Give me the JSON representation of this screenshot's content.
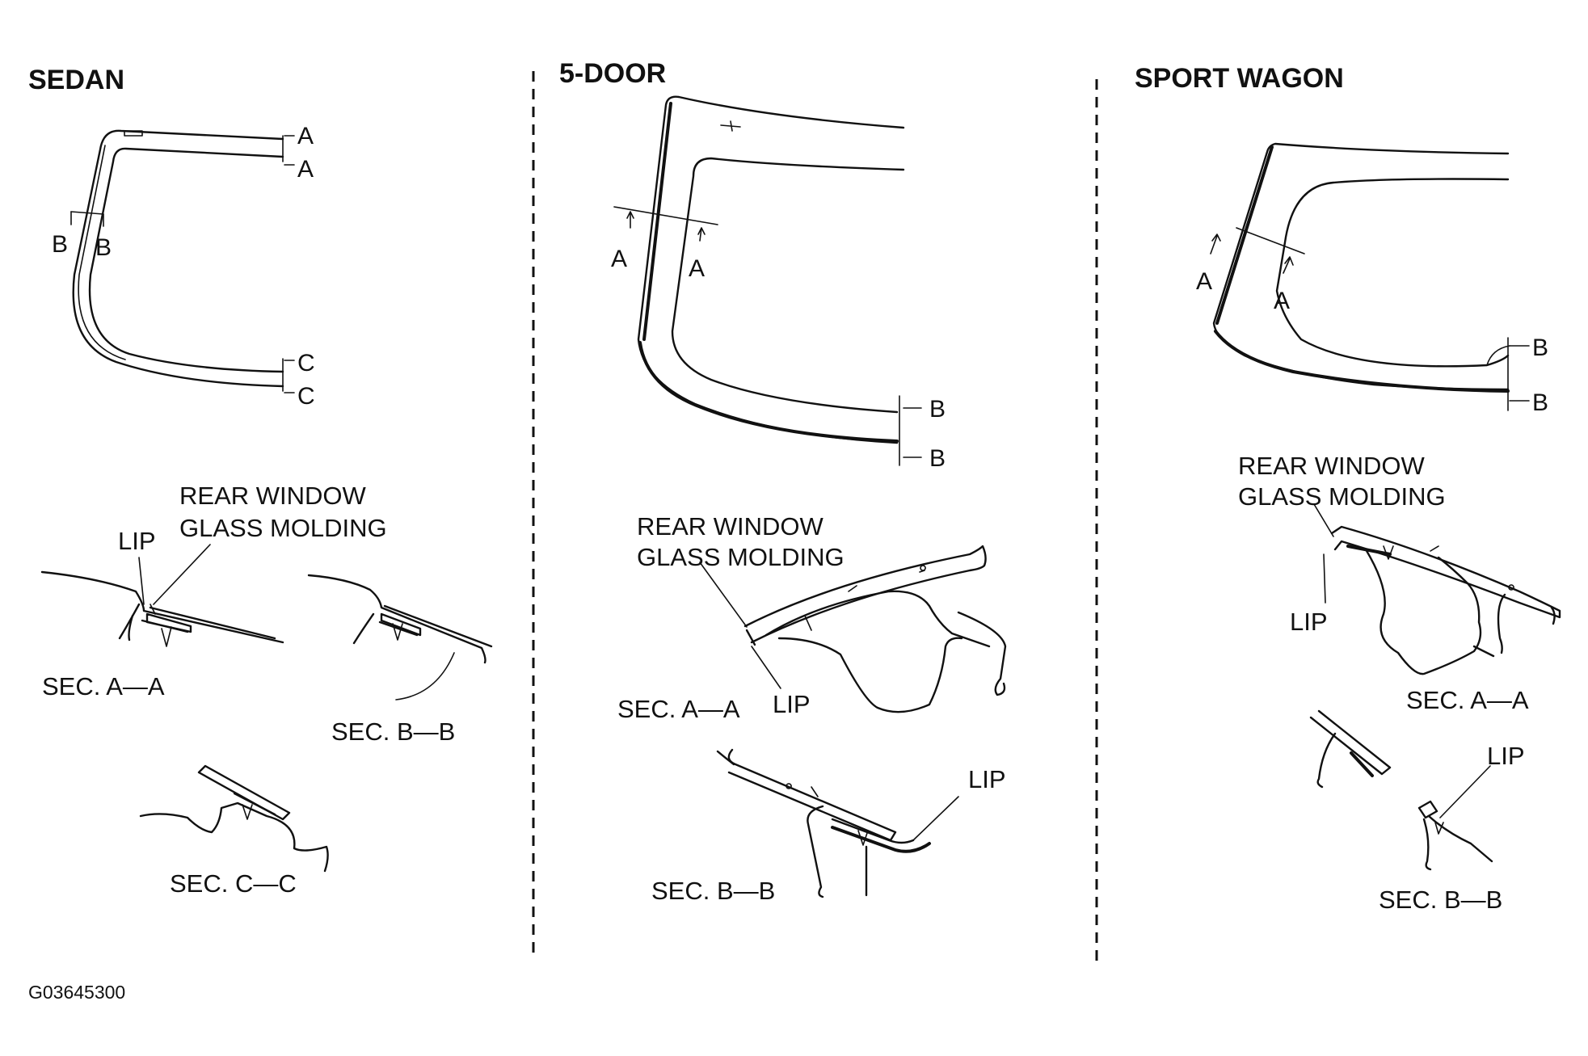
{
  "panels": {
    "sedan": {
      "title": "SEDAN",
      "markers": [
        "A",
        "A",
        "B",
        "B",
        "C",
        "C"
      ],
      "callouts": {
        "molding_line1": "REAR WINDOW",
        "molding_line2": "GLASS MOLDING",
        "lip": "LIP"
      },
      "sections": {
        "aa": "SEC. A—A",
        "bb": "SEC. B—B",
        "cc": "SEC. C—C"
      }
    },
    "five_door": {
      "title": "5-DOOR",
      "markers": [
        "A",
        "A",
        "B",
        "B"
      ],
      "callouts": {
        "molding_line1": "REAR WINDOW",
        "molding_line2": "GLASS MOLDING",
        "lip_aa": "LIP",
        "lip_bb": "LIP"
      },
      "sections": {
        "aa": "SEC. A—A",
        "bb": "SEC. B—B"
      }
    },
    "sport_wagon": {
      "title": "SPORT WAGON",
      "markers": [
        "A",
        "A",
        "B",
        "B"
      ],
      "callouts": {
        "molding_line1": "REAR WINDOW",
        "molding_line2": "GLASS MOLDING",
        "lip_aa": "LIP",
        "lip_bb": "LIP"
      },
      "sections": {
        "aa": "SEC. A—A",
        "bb": "SEC. B—B"
      }
    }
  },
  "figure_code": "G03645300"
}
